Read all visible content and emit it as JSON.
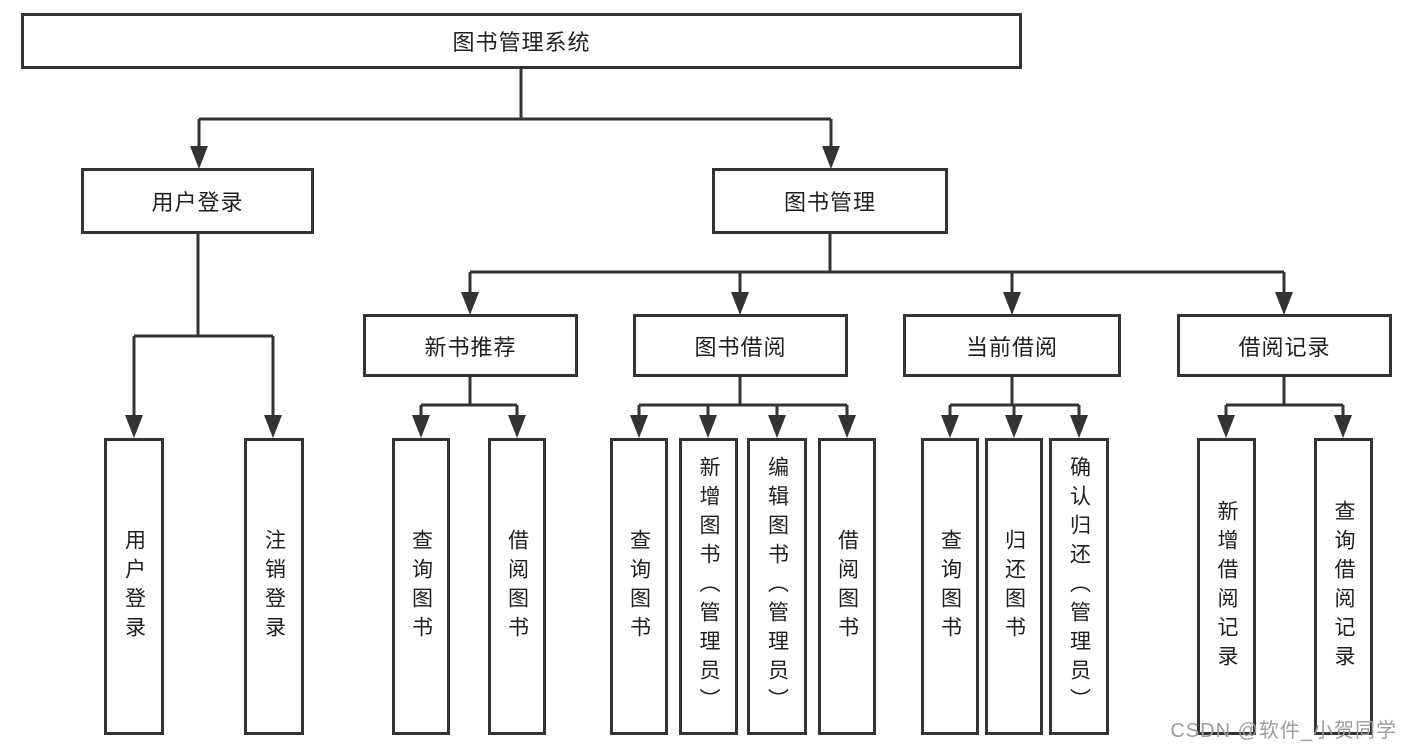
{
  "tree": {
    "root": "图书管理系统",
    "user_login": {
      "label": "用户登录",
      "children": [
        "用户登录",
        "注销登录"
      ]
    },
    "book_management": {
      "label": "图书管理",
      "sections": [
        {
          "label": "新书推荐",
          "children": [
            "查询图书",
            "借阅图书"
          ]
        },
        {
          "label": "图书借阅",
          "children": [
            "查询图书",
            "新增图书（管理员）",
            "编辑图书（管理员）",
            "借阅图书"
          ]
        },
        {
          "label": "当前借阅",
          "children": [
            "查询图书",
            "归还图书",
            "确认归还（管理员）"
          ]
        },
        {
          "label": "借阅记录",
          "children": [
            "新增借阅记录",
            "查询借阅记录"
          ]
        }
      ]
    }
  },
  "watermark": "CSDN @软件_小贺同学",
  "colors": {
    "line": "#333333",
    "text": "#1f1f1f",
    "watermark": "#9d9d9d"
  }
}
